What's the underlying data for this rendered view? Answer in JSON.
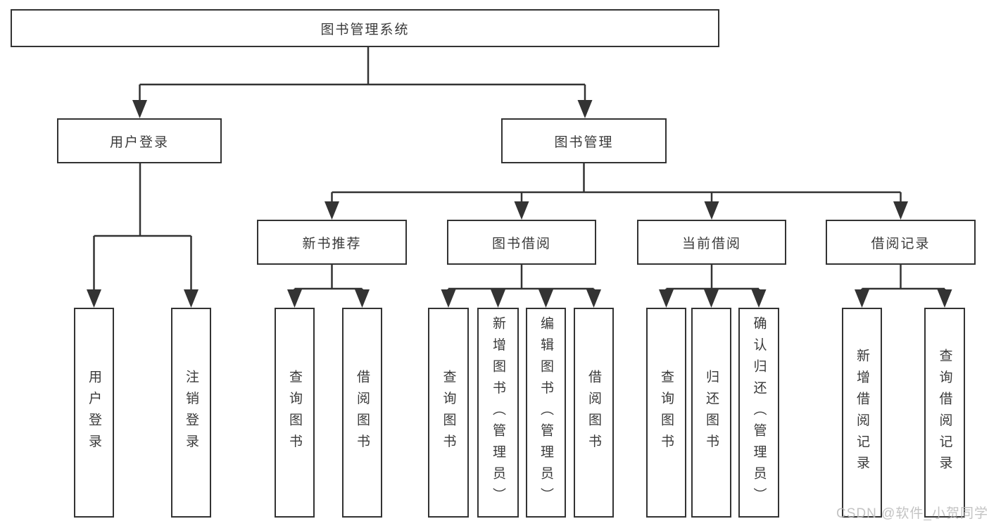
{
  "colors": {
    "line": "#333333",
    "text": "#3a3a3a",
    "node_background": "#ffffff",
    "watermark_text": "#b9b9b9"
  },
  "tree": {
    "root": {
      "label": "图书管理系统",
      "children": [
        {
          "label": "用户登录",
          "leaves": [
            {
              "label": "用户登录"
            },
            {
              "label": "注销登录"
            }
          ]
        },
        {
          "label": "图书管理",
          "children": [
            {
              "label": "新书推荐",
              "leaves": [
                {
                  "label": "查询图书"
                },
                {
                  "label": "借阅图书"
                }
              ]
            },
            {
              "label": "图书借阅",
              "leaves": [
                {
                  "label": "查询图书"
                },
                {
                  "label": "新增图书（管理员）"
                },
                {
                  "label": "编辑图书（管理员）"
                },
                {
                  "label": "借阅图书"
                }
              ]
            },
            {
              "label": "当前借阅",
              "leaves": [
                {
                  "label": "查询图书"
                },
                {
                  "label": "归还图书"
                },
                {
                  "label": "确认归还（管理员）"
                }
              ]
            },
            {
              "label": "借阅记录",
              "leaves": [
                {
                  "label": "新增借阅记录"
                },
                {
                  "label": "查询借阅记录"
                }
              ]
            }
          ]
        }
      ]
    }
  },
  "watermark": {
    "text": "CSDN @软件_小贺同学"
  }
}
